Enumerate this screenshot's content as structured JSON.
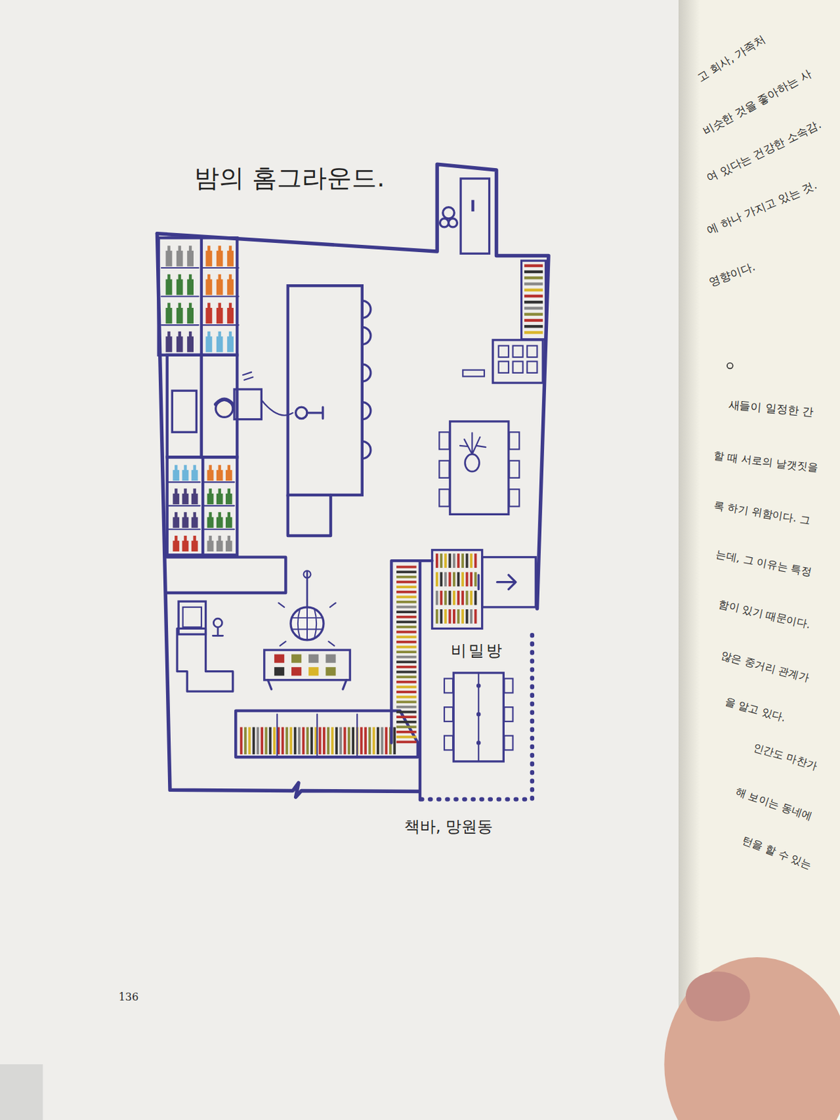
{
  "diagram": {
    "title": "밤의 홈그라운드.",
    "caption": "책바, 망원동",
    "nodes": [
      {
        "text": [
          "비밀방"
        ]
      }
    ],
    "labels": [
      "136",
      "고 회사, 가족처",
      "비슷한 것을 좋아하는 사",
      "여 있다는 건강한 소속감.",
      "에 하나 가지고 있는 것.",
      "영향이다.",
      "새들이 일정한 간",
      "할 때 서로의 날갯짓을",
      "록 하기 위함이다. 그",
      "는데, 그 이유는 특정",
      "함이 있기 때문이다.",
      "않은 중거리 관계가",
      "을 알고 있다.",
      "인간도 마찬가",
      "해 보이는 동네에",
      "턴을 할 수 있는"
    ]
  }
}
